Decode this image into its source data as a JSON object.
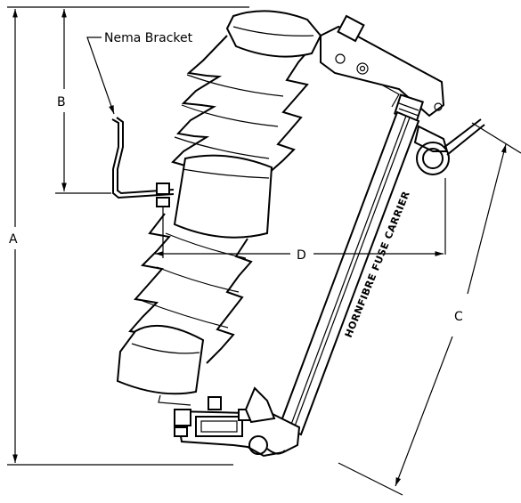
{
  "labels": {
    "nema_bracket": "Nema Bracket",
    "dim_a": "A",
    "dim_b": "B",
    "dim_c": "C",
    "dim_d": "D",
    "carrier": "HORNFIBRE FUSE CARRIER"
  }
}
